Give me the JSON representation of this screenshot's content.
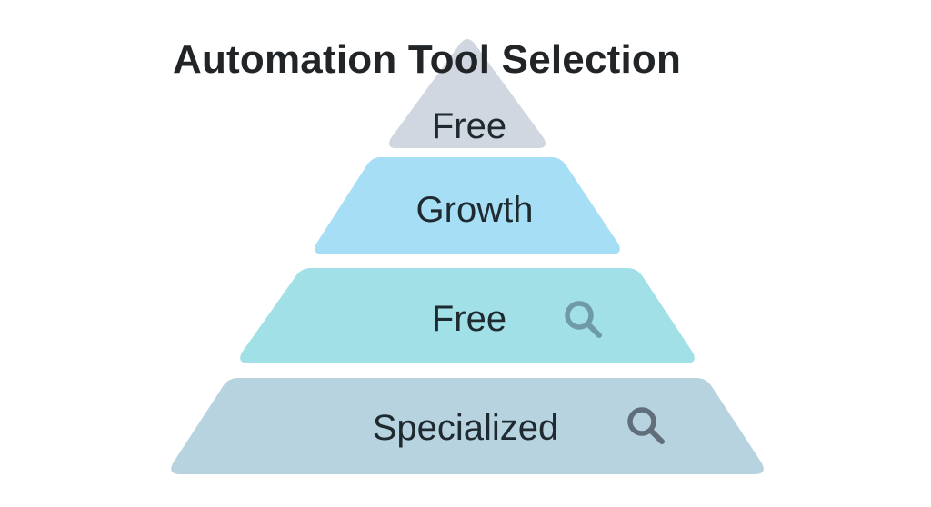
{
  "diagram": {
    "title": "Automation Tool Selection",
    "type": "pyramid",
    "tiers": [
      {
        "label": "Free",
        "color": "#d0d7e0",
        "icon": null
      },
      {
        "label": "Growth",
        "color": "#a6def6",
        "icon": null
      },
      {
        "label": "Free",
        "color": "#a2e0e8",
        "icon": "search-icon",
        "icon_color": "#6f9aa6"
      },
      {
        "label": "Specialized",
        "color": "#b8d3e0",
        "icon": "search-icon",
        "icon_color": "#5f6e7a"
      }
    ]
  }
}
